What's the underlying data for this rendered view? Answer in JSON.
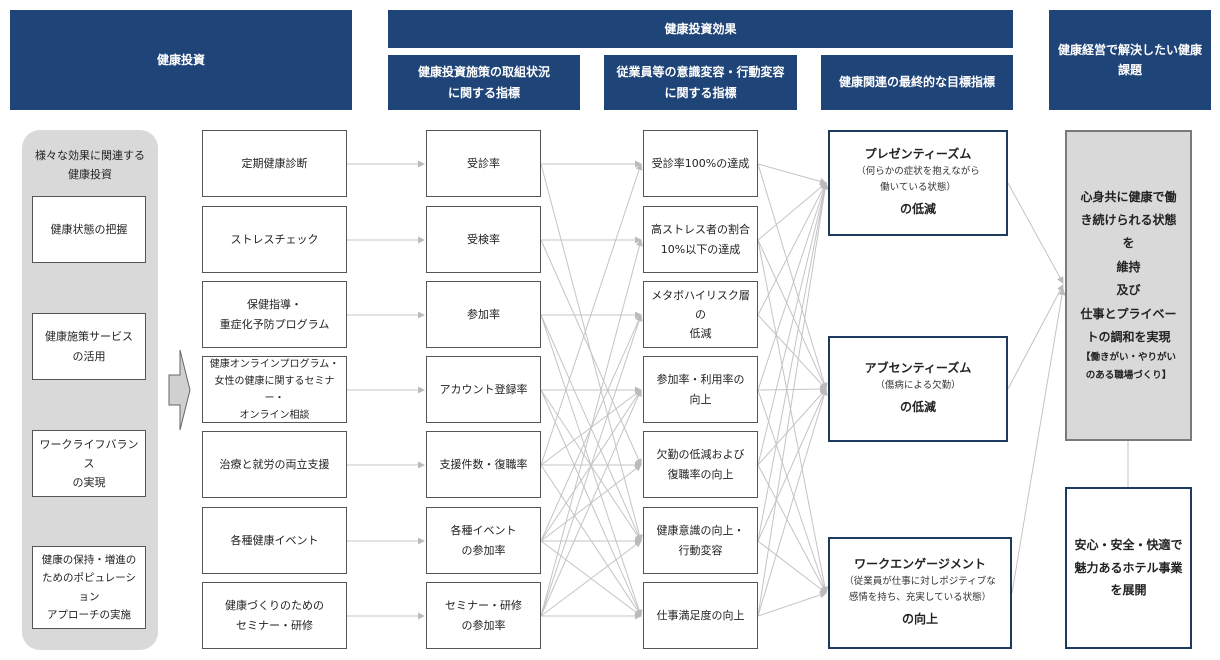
{
  "headers": {
    "investment": "健康投資",
    "effects": "健康投資効果",
    "initiative_indicators": "健康投資施策の取組状況\nに関する指標",
    "awareness_indicators": "従業員等の意識変容・行動変容\nに関する指標",
    "final_indicators": "健康関連の最終的な目標指標",
    "issues": "健康経営で解決したい健康\n課題"
  },
  "left_panel": {
    "title": "様々な効果に関連する\n健康投資",
    "items": [
      "健康状態の把握",
      "健康施策サービス\nの活用",
      "ワークライフバランス\nの実現",
      "健康の保持・増進の\nためのポピュレーション\nアプローチの実施"
    ]
  },
  "measures": [
    "定期健康診断",
    "ストレスチェック",
    "保健指導・\n重症化予防プログラム",
    "健康オンラインプログラム・\n女性の健康に関するセミナー・\nオンライン相談",
    "治療と就労の両立支援",
    "各種健康イベント",
    "健康づくりのための\nセミナー・研修"
  ],
  "initiative_metrics": [
    "受診率",
    "受検率",
    "参加率",
    "アカウント登録率",
    "支援件数・復職率",
    "各種イベント\nの参加率",
    "セミナー・研修\nの参加率"
  ],
  "awareness_metrics": [
    "受診率100%の達成",
    "高ストレス者の割合\n10%以下の達成",
    "メタボハイリスク層の\n低減",
    "参加率・利用率の\n向上",
    "欠勤の低減および\n復職率の向上",
    "健康意識の向上・\n行動変容",
    "仕事満足度の向上"
  ],
  "final_targets": [
    {
      "title": "プレゼンティーズム",
      "sub": "（何らかの症状を抱えながら\n働いている状態）",
      "foot": "の低減"
    },
    {
      "title": "アブセンティーズム",
      "sub": "（傷病による欠勤）",
      "foot": "の低減"
    },
    {
      "title": "ワークエンゲージメント",
      "sub": "（従業員が仕事に対しポジティブな\n感情を持ち、充実している状態）",
      "foot": "の向上"
    }
  ],
  "issues": {
    "main": "心身共に健康で働\nき続けられる状態\nを\n維持\n及び\n仕事とプライベー\nトの調和を実現",
    "main_sub": "【働きがい・やりがい\nのある職場づくり】",
    "secondary": "安心・安全・快適で\n魅力あるホテル事業\nを展開"
  },
  "colors": {
    "header": "#1f4478",
    "panel": "#d9d9d9",
    "target_border": "#1f3a5f",
    "connector": "#c4c4c4"
  }
}
